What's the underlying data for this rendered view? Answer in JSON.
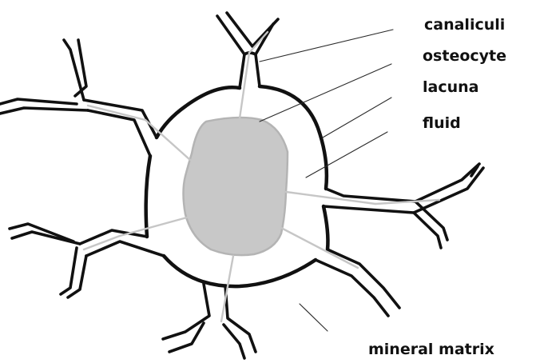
{
  "labels": {
    "canaliculi": "canaliculi",
    "osteocyte": "osteocyte",
    "lacuna": "lacuna",
    "fluid": "fluid",
    "mineral_matrix": "mineral matrix"
  },
  "colors": {
    "wall": "#111111",
    "cell_fill": "#c8c8c8",
    "cell_edge": "#b4b4b4",
    "process": "#c6c6c6",
    "leader": "#2a2a2a",
    "background": "#ffffff"
  }
}
